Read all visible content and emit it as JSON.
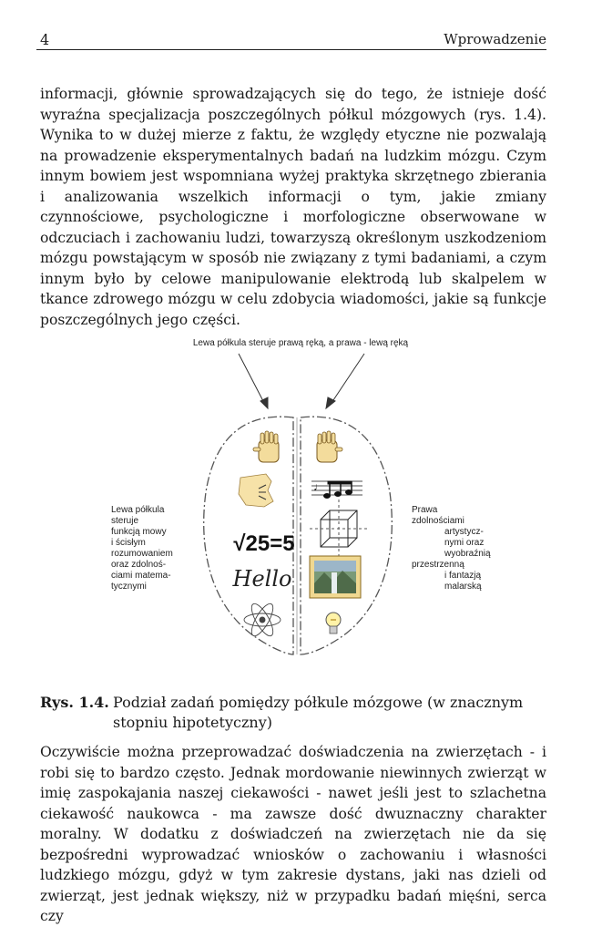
{
  "header": {
    "page_number": "4",
    "section_title": "Wprowadzenie"
  },
  "paragraph1": "informacji, głównie sprowadzających się do tego, że istnieje dość wyraźna specjalizacja poszczególnych półkul mózgowych (rys. 1.4). Wynika to w dużej mierze z faktu, że względy etyczne nie pozwalają na prowadzenie eksperymentalnych badań na ludzkim mózgu. Czym innym bowiem jest wspomniana wyżej praktyka skrzętnego zbierania i analizowania wszelkich informacji o tym, jakie zmiany czynnościowe, psychologiczne i morfologiczne obserwowane w odczuciach i zachowaniu ludzi, towarzyszą określonym uszkodzeniom mózgu powstającym w sposób nie związany z tymi badaniami, a czym innym było by celowe manipulowanie elektrodą lub skalpelem w tkance zdrowego mózgu w celu zdobycia wiadomości, jakie są funkcje poszczególnych jego części.",
  "figure": {
    "top_label": "Lewa półkula steruje prawą ręką, a prawa - lewą ręką",
    "left_label": [
      "Lewa półkula",
      "steruje",
      "funkcją mowy",
      "i ścisłym",
      "rozumowaniem",
      "oraz zdolnoś-",
      "ciami matema-",
      "tycznymi"
    ],
    "right_label": [
      "Prawa",
      "zdolnościami",
      "artystycz-",
      "nymi oraz",
      "wyobraźnią",
      "przestrzenną",
      "i fantazją",
      "malarską"
    ],
    "math_text": "√25=5",
    "hello_text": "Hello"
  },
  "caption": {
    "label": "Rys. 1.4.",
    "text": "Podział zadań pomiędzy półkule mózgowe (w znacznym stopniu hipotetyczny)"
  },
  "paragraph2": "Oczywiście można przeprowadzać doświadczenia na zwierzętach - i robi się to bardzo często. Jednak mordowanie niewinnych zwierząt w imię zaspokajania naszej ciekawości - nawet jeśli jest to szlachetna ciekawość naukowca - ma zawsze dość dwuznaczny charakter moralny. W dodatku z doświadczeń na zwierzętach nie da się bezpośredni wyprowadzać wniosków o zachowaniu i własności ludzkiego mózgu, gdyż w tym zakresie dystans, jaki nas dzieli od zwierząt, jest jednak większy, niż w przypadku badań mięśni, serca czy"
}
